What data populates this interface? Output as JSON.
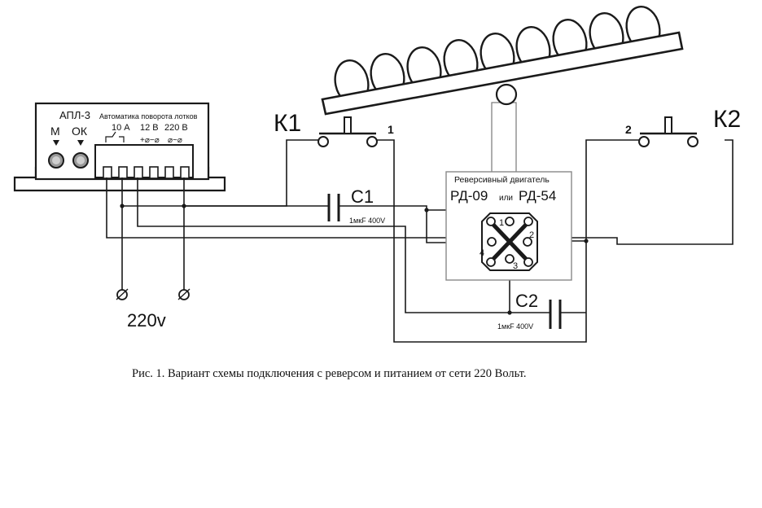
{
  "controller": {
    "title": "АПЛ-3",
    "subtitle": "Автоматика поворота лотков",
    "btn_m": "М",
    "btn_ok": "ОК",
    "out_10a": "10 А",
    "out_12v": "12 В",
    "out_220v": "220 В",
    "sym_12v": "+⌀−⌀",
    "sym_220v": "⌀~⌀"
  },
  "switches": {
    "k1": "К1",
    "k2": "К2",
    "k1_pin": "1",
    "k2_pin": "2"
  },
  "capacitors": {
    "c1": "С1",
    "c1_value": "1мкF 400V",
    "c2": "С2",
    "c2_value": "1мкF 400V"
  },
  "motor": {
    "title": "Реверсивный двигатель",
    "model_a": "РД-09",
    "or_word": "или",
    "model_b": "РД-54",
    "pins": [
      "1",
      "2",
      "3",
      "4"
    ]
  },
  "mains": {
    "label": "220v"
  },
  "caption": "Рис. 1.  Вариант схемы подключения с реверсом и питанием от сети 220 Вольт."
}
